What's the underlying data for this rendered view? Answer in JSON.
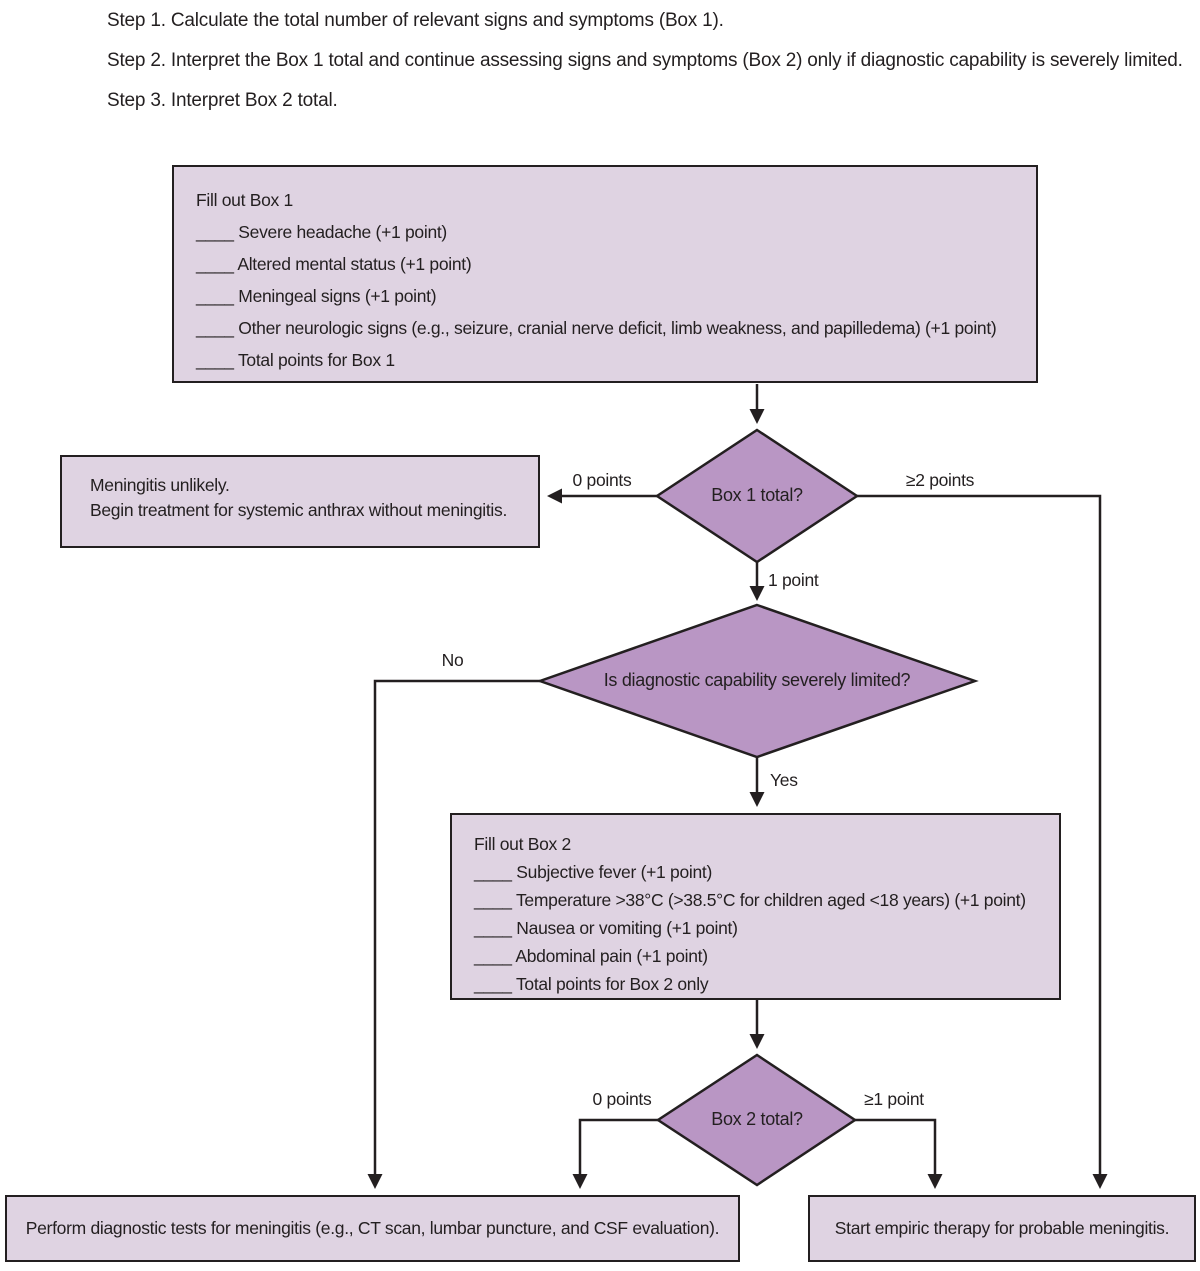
{
  "colors": {
    "node_fill": "#dfd3e2",
    "diamond_fill": "#b996c4",
    "line": "#231f20"
  },
  "steps": [
    "Step 1. Calculate the total number of relevant signs and symptoms (Box 1).",
    "Step 2. Interpret the Box 1 total and continue assessing signs and symptoms (Box 2) only if diagnostic capability is severely limited.",
    "Step 3. Interpret Box 2 total."
  ],
  "box1": {
    "title": "Fill out Box 1",
    "items": [
      "____ Severe headache (+1 point)",
      "____ Altered mental status (+1 point)",
      "____ Meningeal signs (+1 point)",
      "____ Other neurologic signs (e.g., seizure, cranial nerve deficit, limb weakness, and papilledema) (+1 point)",
      "____ Total points for Box 1"
    ]
  },
  "box2": {
    "title": "Fill out Box 2",
    "items": [
      "____ Subjective fever (+1 point)",
      "____ Temperature >38°C (>38.5°C for children aged <18 years) (+1 point)",
      "____ Nausea or vomiting (+1 point)",
      "____ Abdominal pain (+1 point)",
      "____ Total points for Box 2 only"
    ]
  },
  "decisions": {
    "box1_total": "Box 1 total?",
    "diagnostic_capability": "Is diagnostic capability severely limited?",
    "box2_total": "Box 2 total?"
  },
  "edge_labels": {
    "box1_zero": "0 points",
    "box1_ge2": "≥2 points",
    "box1_one": "1 point",
    "diag_no": "No",
    "diag_yes": "Yes",
    "box2_zero": "0 points",
    "box2_ge1": "≥1 point"
  },
  "outcomes": {
    "meningitis_unlikely_line1": "Meningitis unlikely.",
    "meningitis_unlikely_line2": "Begin treatment for systemic anthrax without meningitis.",
    "diagnostic_tests": "Perform diagnostic tests for meningitis (e.g., CT scan, lumbar puncture, and CSF evaluation).",
    "empiric_therapy": "Start empiric therapy for probable meningitis."
  }
}
